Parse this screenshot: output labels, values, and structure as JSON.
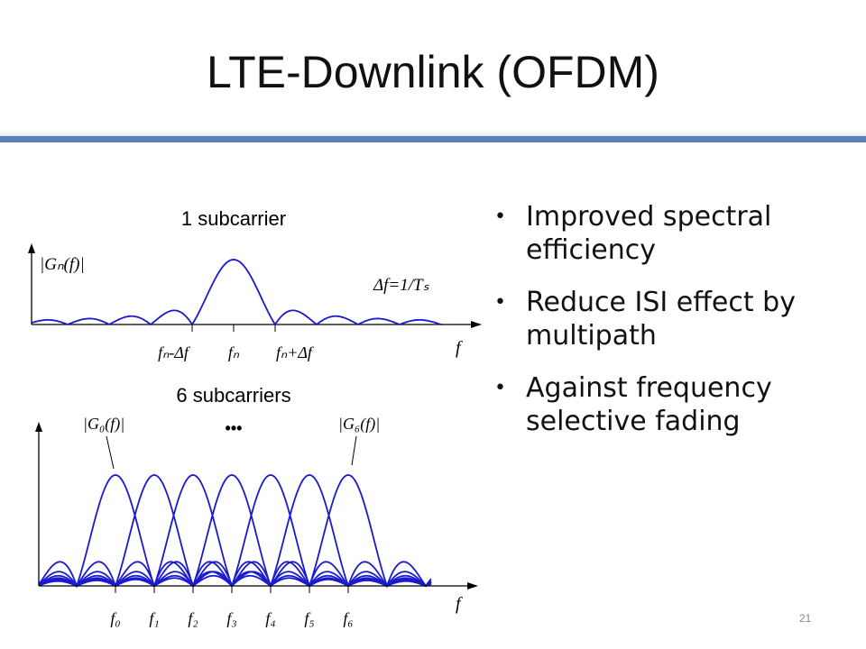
{
  "slide": {
    "title": "LTE-Downlink (OFDM)",
    "page_number": "21",
    "accent_color": "#5b80b7"
  },
  "bullets": [
    {
      "text": "Improved spectral efficiency"
    },
    {
      "text": "Reduce ISI effect by multipath"
    },
    {
      "text": "Against frequency selective fading"
    }
  ],
  "diagram": {
    "top": {
      "heading": "1 subcarrier",
      "y_label": "|Gₙ(f)|",
      "delta_label": "Δf=1/Tₛ",
      "x_label": "f",
      "ticks": [
        "fₙ-Δf",
        "fₙ",
        "fₙ+Δf"
      ]
    },
    "bottom": {
      "heading": "6 subcarriers",
      "left_label": "|G₀(f)|",
      "right_label": "|G₆(f)|",
      "ellipsis": "•••",
      "x_label": "f",
      "ticks": [
        "f₀",
        "f₁",
        "f₂",
        "f₃",
        "f₄",
        "f₅",
        "f₆"
      ],
      "curve_color": "#1a1ad0"
    }
  }
}
